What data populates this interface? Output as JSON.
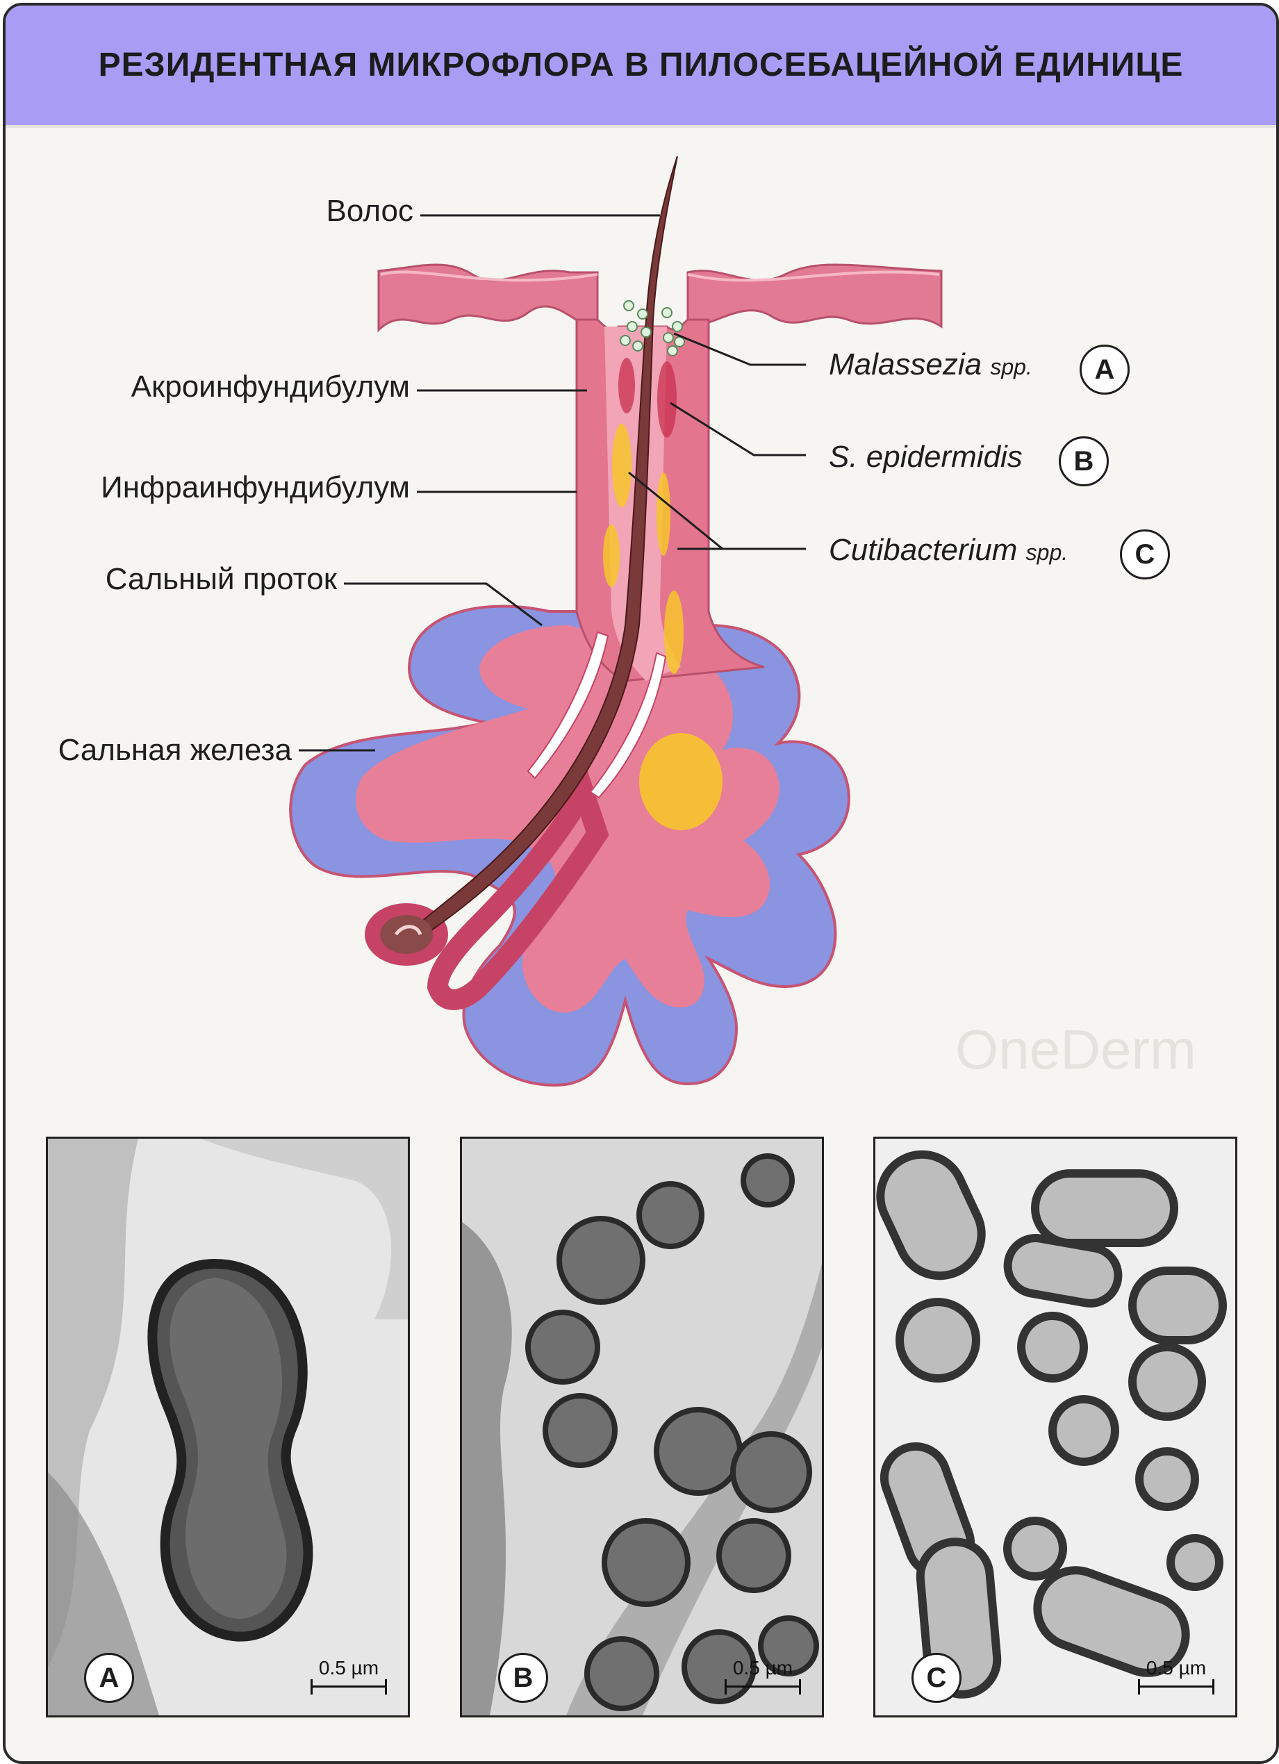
{
  "header": {
    "title": "РЕЗИДЕНТНАЯ МИКРОФЛОРА В ПИЛОСЕБАЦЕЙНОЙ ЕДИНИЦЕ"
  },
  "labels_left": {
    "hair": "Волос",
    "acroinfundibulum": "Акроинфундибулум",
    "infrainfundibulum": "Инфраинфундибулум",
    "sebaceous_duct": "Сальный проток",
    "sebaceous_gland": "Сальная железа"
  },
  "labels_right": [
    {
      "genus": "Malassezia",
      "suffix": "spp.",
      "key": "A"
    },
    {
      "genus": "S. epidermidis",
      "suffix": "",
      "key": "B"
    },
    {
      "genus": "Cutibacterium",
      "suffix": "spp.",
      "key": "C"
    }
  ],
  "micrographs": [
    {
      "key": "A",
      "scale": "0.5 µm"
    },
    {
      "key": "B",
      "scale": "0.5 µm"
    },
    {
      "key": "C",
      "scale": "0.5 µm"
    }
  ],
  "watermark": "OneDerm",
  "colors": {
    "header_bg": "#a99cf5",
    "tissue_pink": "#e3758f",
    "gland_blue": "#8a94e0",
    "hair_brown": "#7a3a3a",
    "sebum_yellow": "#f7c52c"
  }
}
